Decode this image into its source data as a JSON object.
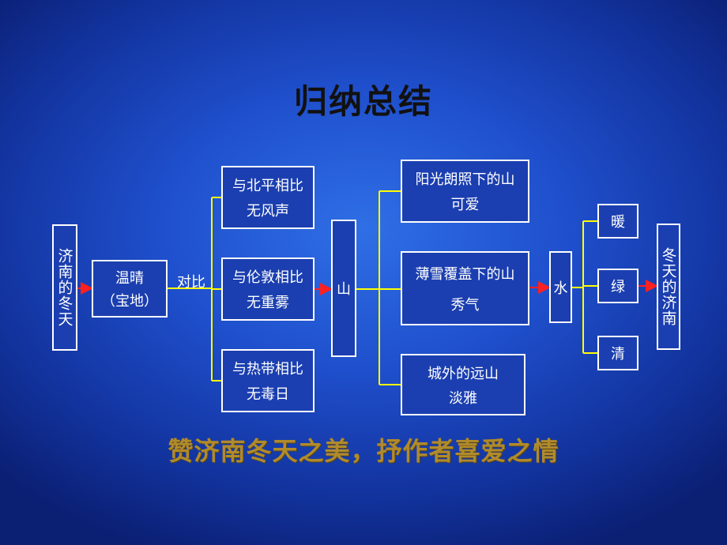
{
  "title": "归纳总结",
  "colors": {
    "line": "#ffff00",
    "arrow": "#ff2020",
    "box_border": "#ffffff",
    "summary": "#b08a2c"
  },
  "nodes": {
    "start": "济南的冬天",
    "warm": {
      "line1": "温晴",
      "line2": "（宝地）"
    },
    "contrast_label": "对比",
    "comparisons": [
      {
        "line1": "与北平相比",
        "line2": "无风声"
      },
      {
        "line1": "与伦敦相比",
        "line2": "无重雾"
      },
      {
        "line1": "与热带相比",
        "line2": "无毒日"
      }
    ],
    "mountain": "山",
    "mountain_views": [
      {
        "line1": "阳光朗照下的山",
        "line2": "可爱"
      },
      {
        "line1": "薄雪覆盖下的山",
        "line2": "秀气"
      },
      {
        "line1": "城外的远山",
        "line2": "淡雅"
      }
    ],
    "water": "水",
    "water_traits": [
      "暖",
      "绿",
      "清"
    ],
    "end": "冬天的济南"
  },
  "summary": "赞济南冬天之美，抒作者喜爱之情"
}
